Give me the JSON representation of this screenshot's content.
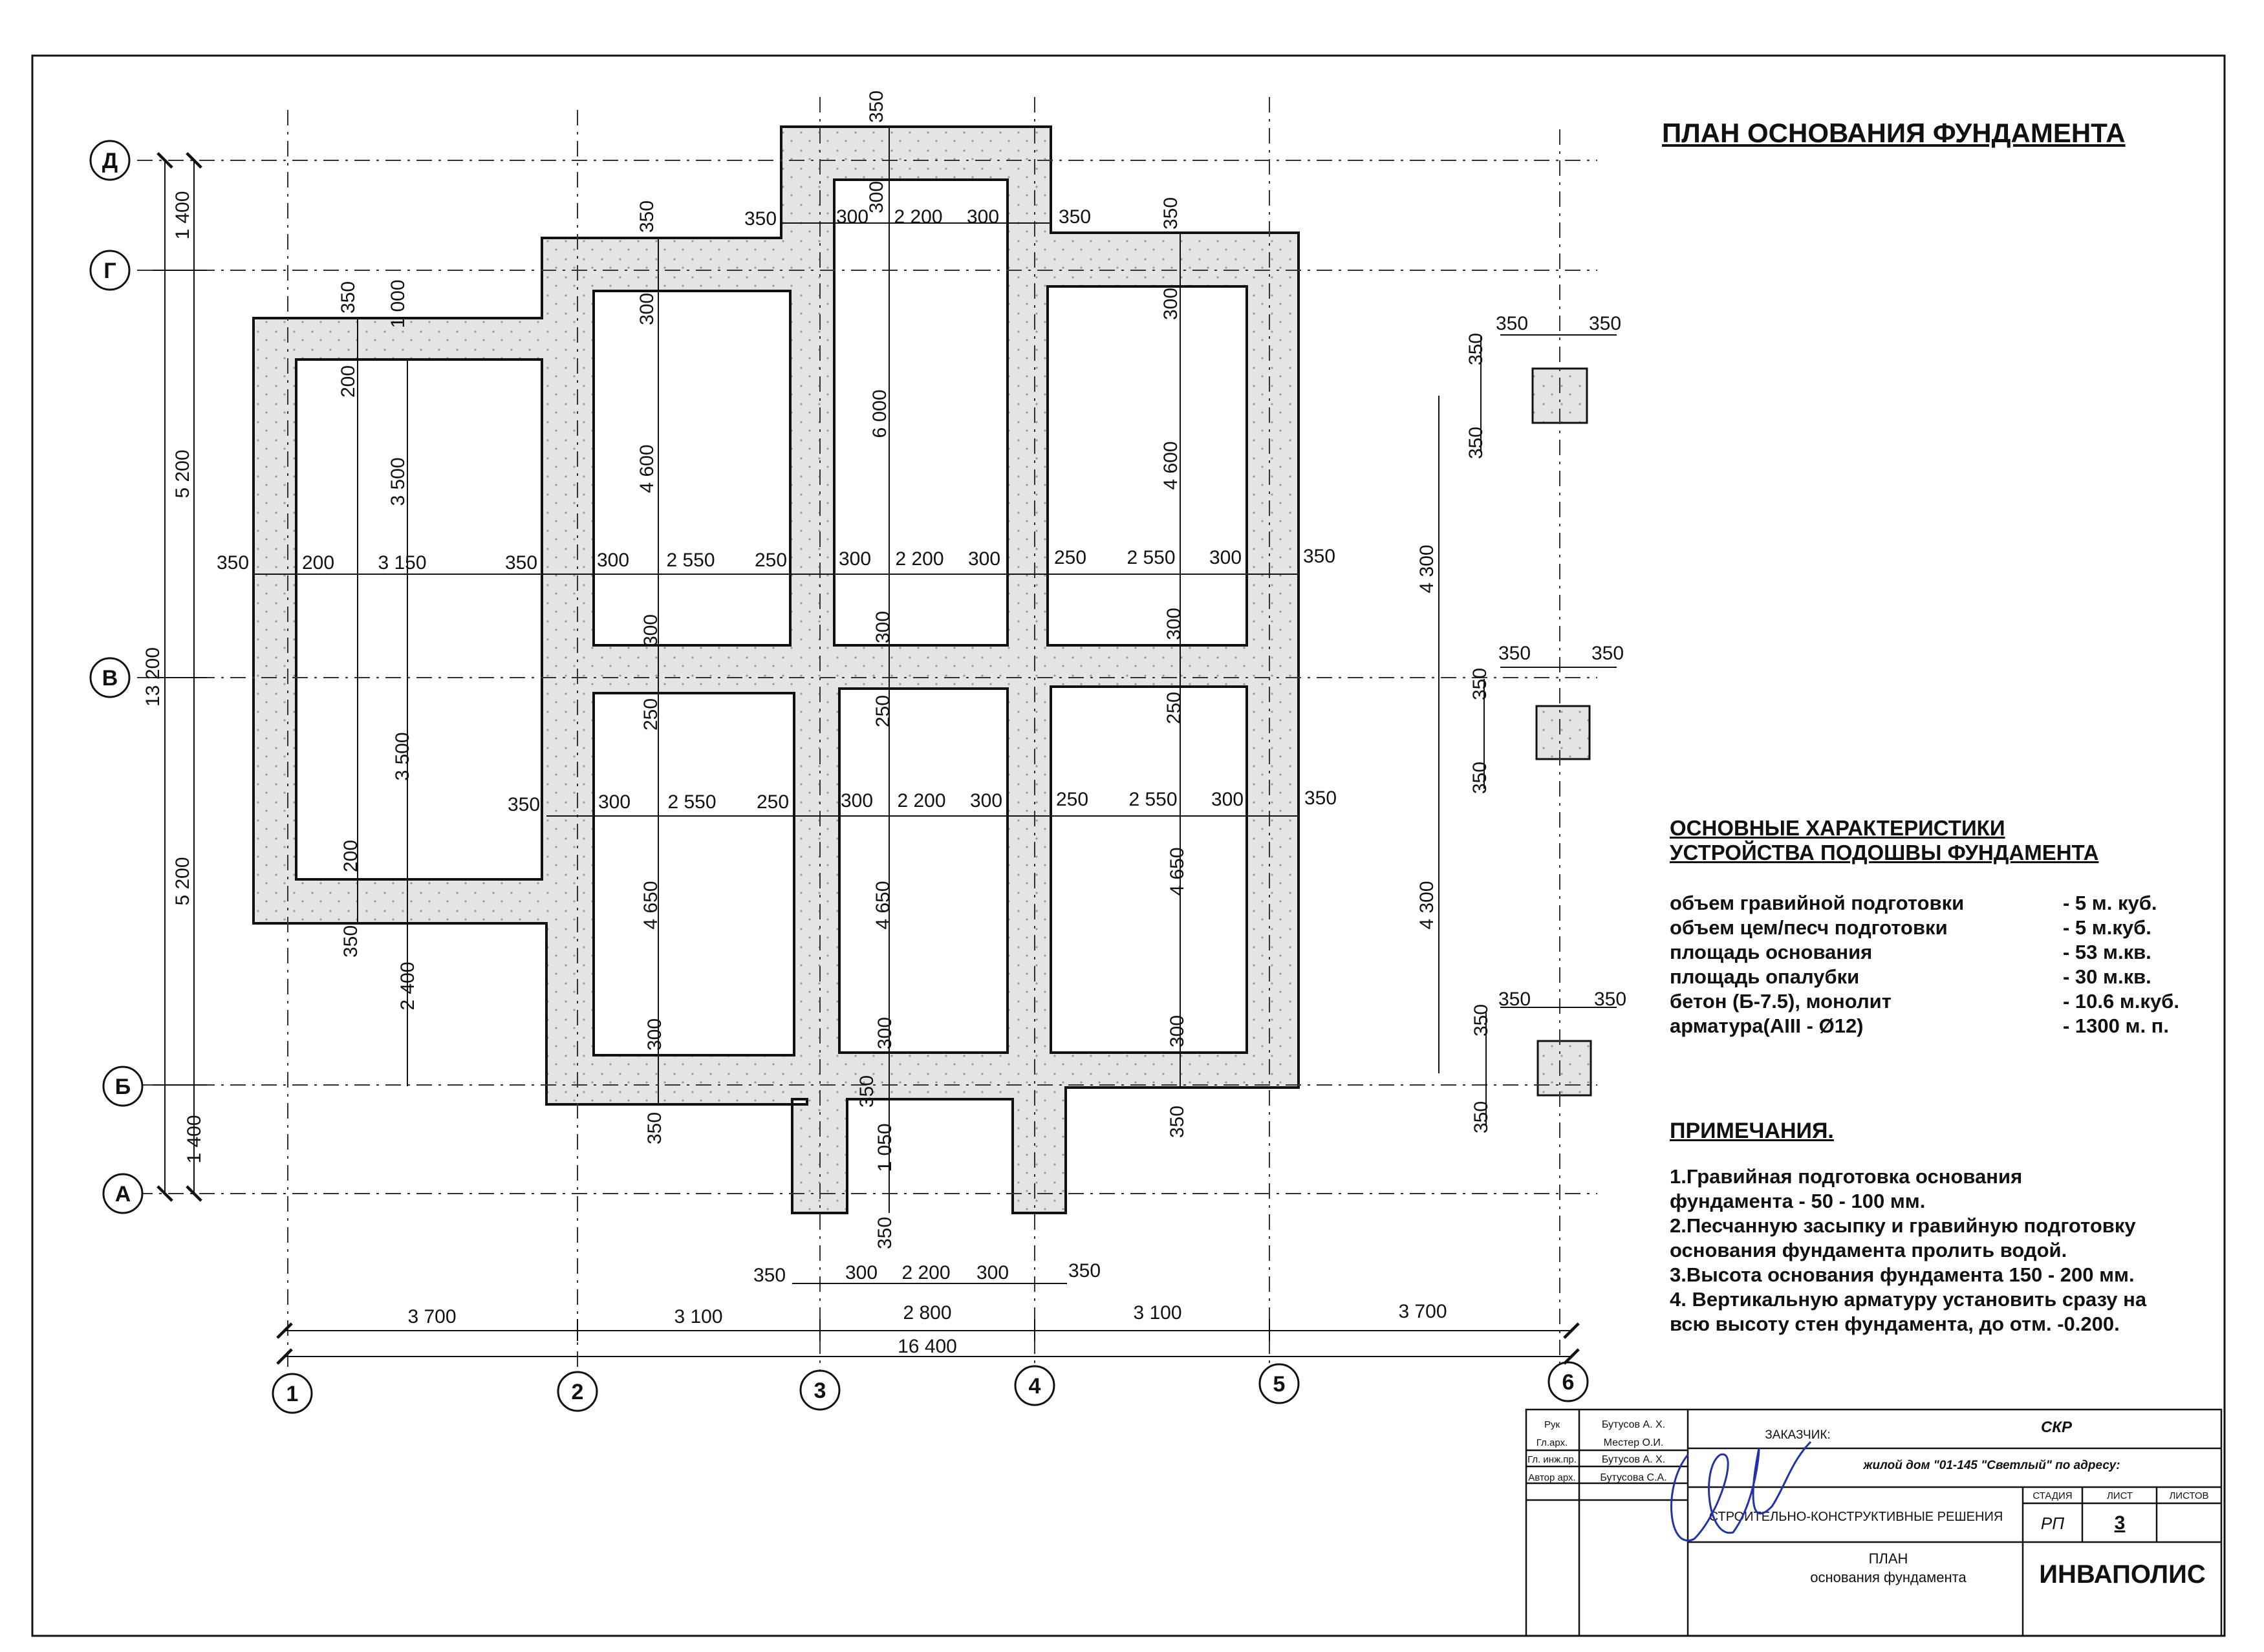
{
  "title": "ПЛАН ОСНОВАНИЯ ФУНДАМЕНТА",
  "axes": {
    "letters": [
      "Д",
      "Г",
      "В",
      "Б",
      "А"
    ],
    "numbers": [
      "1",
      "2",
      "3",
      "4",
      "5",
      "6"
    ]
  },
  "dims": {
    "total_width": "16 400",
    "bays": [
      "3 700",
      "3 100",
      "2 800",
      "3 100",
      "3 700"
    ],
    "left_chain": [
      "1 400",
      "5 200",
      "5 200",
      "1 400"
    ],
    "left_total": "13 200",
    "row_upper": [
      "350",
      "200",
      "3 150",
      "350",
      "300",
      "2 550",
      "250",
      "300",
      "2 200",
      "300",
      "250",
      "2 550",
      "300",
      "350"
    ],
    "row_lower": [
      "350",
      "300",
      "2 550",
      "250",
      "300",
      "2 200",
      "300",
      "250",
      "2 550",
      "300",
      "350"
    ],
    "top_projection": [
      "350",
      "300",
      "2 200",
      "300",
      "350"
    ],
    "bottom_projection": [
      "350",
      "300",
      "2 200",
      "300",
      "350"
    ],
    "col_a": [
      "350",
      "1 000",
      "200",
      "3 500",
      "3 500",
      "200",
      "350",
      "2 400"
    ],
    "col_b": [
      "350",
      "300",
      "4 600",
      "300",
      "250",
      "4 650",
      "300",
      "350"
    ],
    "col_c": [
      "350",
      "300",
      "6 000",
      "300",
      "250",
      "4 650",
      "300",
      "350",
      "1 050",
      "350"
    ],
    "col_d": [
      "350",
      "300",
      "4 600",
      "300",
      "250",
      "4 650",
      "300",
      "350"
    ],
    "piers": [
      "350",
      "350",
      "350",
      "350"
    ],
    "pier_chain": [
      "4 300",
      "4 300"
    ]
  },
  "characteristics": {
    "heading": [
      "ОСНОВНЫЕ ХАРАКТЕРИСТИКИ",
      "УСТРОЙСТВА ПОДОШВЫ ФУНДАМЕНТА"
    ],
    "rows": [
      {
        "label": "объем гравийной подготовки",
        "value": "- 5 м. куб."
      },
      {
        "label": "объем цем/песч подготовки",
        "value": "- 5 м.куб."
      },
      {
        "label": "площадь основания",
        "value": "- 53 м.кв."
      },
      {
        "label": "площадь опалубки",
        "value": "- 30 м.кв."
      },
      {
        "label": "бетон  (Б-7.5), монолит",
        "value": "- 10.6 м.куб."
      },
      {
        "label": "арматура(АIII - Ø12)",
        "value": "- 1300 м. п."
      }
    ]
  },
  "notes": {
    "heading": "ПРИМЕЧАНИЯ.",
    "lines": [
      "1.Гравийная подготовка основания",
      "фундамента - 50 - 100 мм.",
      "2.Песчанную засыпку и гравийную подготовку",
      "основания фундамента пролить водой.",
      "3.Высота основания фундамента 150 - 200 мм.",
      "4. Вертикальную арматуру установить сразу на",
      "всю высоту стен фундамента, до отм. -0.200."
    ]
  },
  "stamp": {
    "roles": [
      {
        "role": "Рук",
        "name": "Бутусов А. Х."
      },
      {
        "role": "Гл.арх.",
        "name": "Местер О.И."
      },
      {
        "role": "Гл. инж.пр.",
        "name": "Бутусов А. Х."
      },
      {
        "role": "Автор арх.",
        "name": "Бутусова С.А."
      }
    ],
    "customer_label": "ЗАКАЗЧИК:",
    "customer": "СКР",
    "project": "жилой дом \"01-145 \"Светлый\" по адресу:",
    "section": "СТРОИТЕЛЬНО-КОНСТРУКТИВНЫЕ РЕШЕНИЯ",
    "stage_label": "СТАДИЯ",
    "sheet_label": "ЛИСТ",
    "sheets_label": "ЛИСТОВ",
    "stage": "РП",
    "sheet": "3",
    "sheets": "",
    "drawing_title_1": "ПЛАН",
    "drawing_title_2": "основания фундамента",
    "company": "ИНВАПОЛИС"
  },
  "colors": {
    "fill": "#e4e4e4",
    "line": "#111111"
  }
}
